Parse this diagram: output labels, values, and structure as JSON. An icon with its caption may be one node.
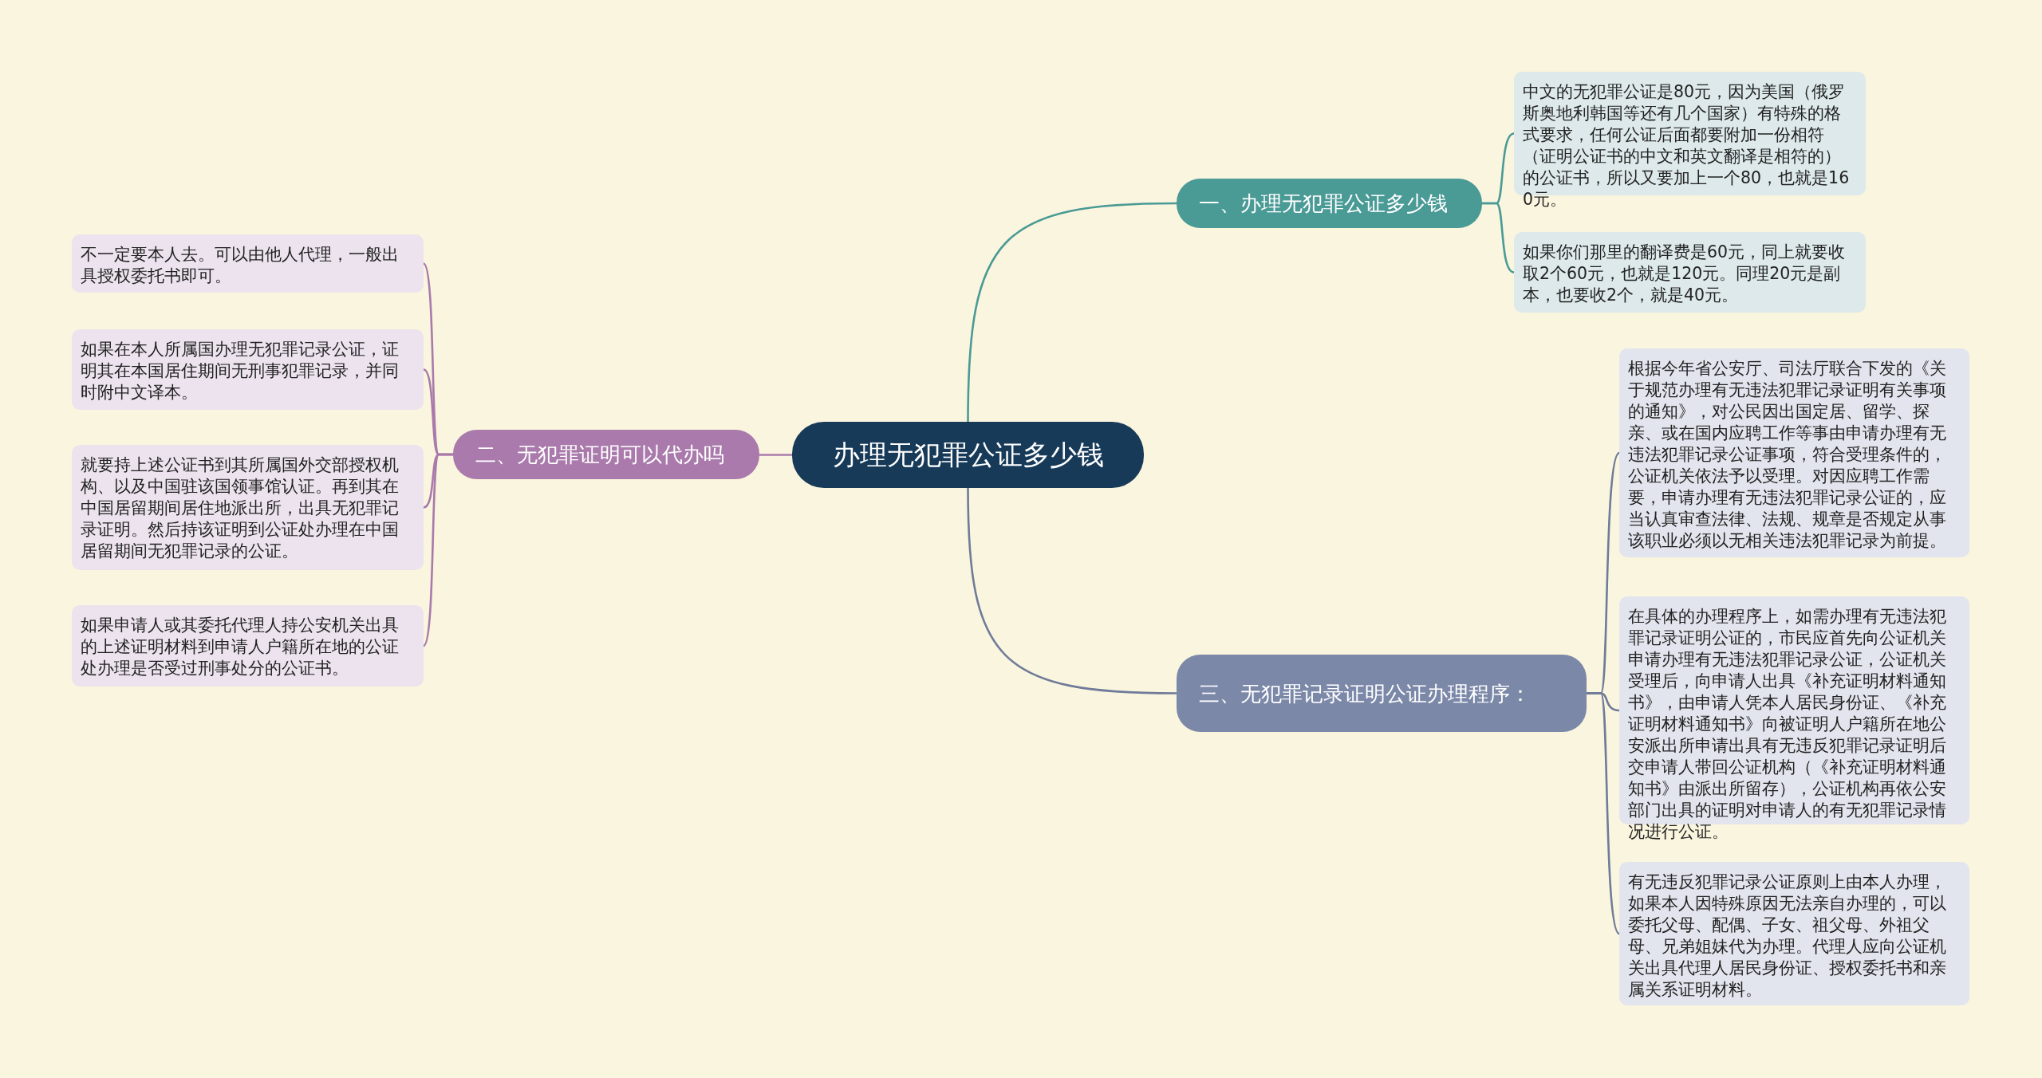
{
  "diagram": {
    "nodes": [
      {
        "text": [
          "办理无犯罪公证多少钱"
        ]
      },
      {
        "text": [
          "一、办理无犯罪公证多少钱"
        ]
      },
      {
        "text": [
          "中文的无犯罪公证是80元，因为美国（俄罗斯奥地利韩国等还有几个国家）有特殊的格式要求，任何公证后面都要附加一份相符（证明公证书的中文和英文翻译是相符的）的公证书，所以又要加上一个80，也就是160元。"
        ]
      },
      {
        "text": [
          "如果你们那里的翻译费是60元，同上就要收取2个60元，也就是120元。同理20元是副本，也要收2个，就是40元。"
        ]
      },
      {
        "text": [
          "二、无犯罪证明可以代办吗"
        ]
      },
      {
        "text": [
          "不一定要本人去。可以由他人代理，一般出具授权委托书即可。"
        ]
      },
      {
        "text": [
          "如果在本人所属国办理无犯罪记录公证，证明其在本国居住期间无刑事犯罪记录，并同时附中文译本。"
        ]
      },
      {
        "text": [
          "就要持上述公证书到其所属国外交部授权机构、以及中国驻该国领事馆认证。再到其在中国居留期间居住地派出所，出具无犯罪记录证明。然后持该证明到公证处办理在中国居留期间无犯罪记录的公证。"
        ]
      },
      {
        "text": [
          "如果申请人或其委托代理人持公安机关出具的上述证明材料到申请人户籍所在地的公证处办理是否受过刑事处分的公证书。"
        ]
      },
      {
        "text": [
          "三、无犯罪记录证明公证办理程序："
        ]
      },
      {
        "text": [
          "根据今年省公安厅、司法厅联合下发的《关于规范办理有无违法犯罪记录证明有关事项的通知》，对公民因出国定居、留学、探亲、或在国内应聘工作等事由申请办理有无违法犯罪记录公证事项，符合受理条件的，公证机关依法予以受理。对因应聘工作需要，申请办理有无违法犯罪记录公证的，应当认真审查法律、法规、规章是否规定从事该职业必须以无相关违法犯罪记录为前提。"
        ]
      },
      {
        "text": [
          "在具体的办理程序上，如需办理有无违法犯罪记录证明公证的，市民应首先向公证机关申请办理有无违法犯罪记录公证，公证机关受理后，向申请人出具《补充证明材料通知书》，由申请人凭本人居民身份证、《补充证明材料通知书》向被证明人户籍所在地公安派出所申请出具有无违反犯罪记录证明后交申请人带回公证机构（《补充证明材料通知书》由派出所留存），公证机构再依公安部门出具的证明对申请人的有无犯罪记录情况进行公证。"
        ]
      },
      {
        "text": [
          "有无违反犯罪记录公证原则上由本人办理，如果本人因特殊原因无法亲自办理的，可以委托父母、配偶、子女、祖父母、外祖父母、兄弟姐妹代为办理。代理人应向公证机关出具代理人居民身份证、授权委托书和亲属关系证明材料。"
        ]
      }
    ],
    "edges": [
      {
        "from": 0,
        "to": 1,
        "arrow": "none",
        "color": "#4a9a96"
      },
      {
        "from": 1,
        "to": 2,
        "arrow": "none",
        "color": "#4a9a96"
      },
      {
        "from": 1,
        "to": 3,
        "arrow": "none",
        "color": "#4a9a96"
      },
      {
        "from": 0,
        "to": 4,
        "arrow": "none"
      },
      {
        "from": 4,
        "to": 5,
        "arrow": "none"
      },
      {
        "from": 4,
        "to": 6,
        "arrow": "none"
      },
      {
        "from": 4,
        "to": 7,
        "arrow": "none"
      },
      {
        "from": 4,
        "to": 8,
        "arrow": "none"
      },
      {
        "from": 0,
        "to": 9,
        "arrow": "none",
        "color": "#6f7b99"
      },
      {
        "from": 9,
        "to": 10,
        "arrow": "none",
        "color": "#6f7b99"
      },
      {
        "from": 9,
        "to": 11,
        "arrow": "none",
        "color": "#6f7b99"
      },
      {
        "from": 9,
        "to": 12,
        "arrow": "none",
        "color": "#6f7b99"
      }
    ]
  }
}
